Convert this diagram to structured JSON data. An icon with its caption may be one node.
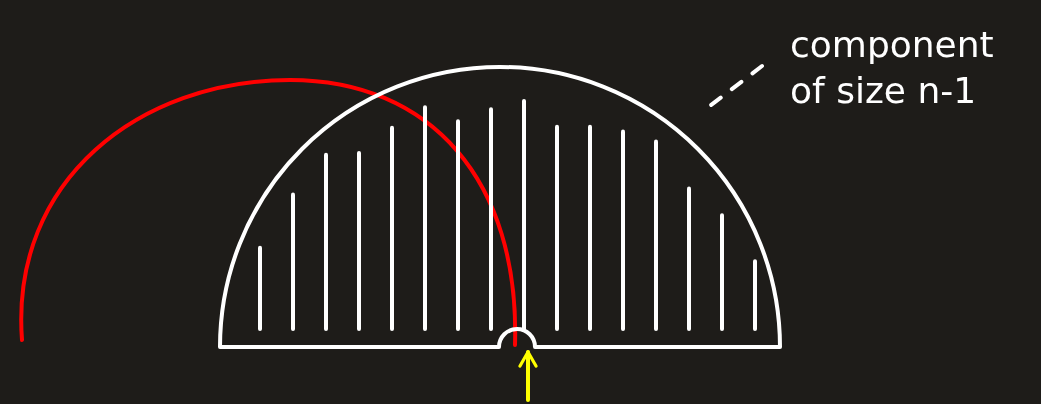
{
  "diagram": {
    "nodes": [
      {
        "text": [
          "component of size n-1"
        ]
      },
      {
        "text": [],
        "shape": "semicircle"
      }
    ],
    "edges": [
      {
        "from": 0,
        "to": 1,
        "arrow": "none",
        "style": "dashed"
      },
      {
        "from": null,
        "to": 1,
        "arrow": "to",
        "color": "#ffff00"
      }
    ]
  }
}
